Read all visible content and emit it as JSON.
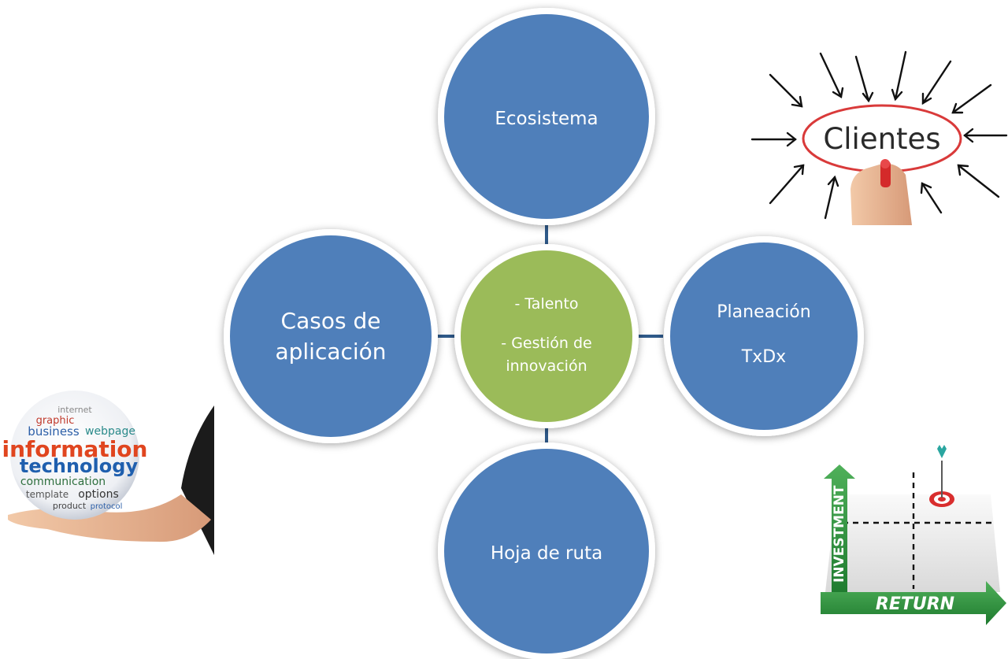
{
  "center": {
    "lines": [
      "- Talento",
      "- Gestión de",
      "innovación"
    ]
  },
  "nodes": {
    "top": {
      "lines": [
        "Ecosistema"
      ]
    },
    "left": {
      "lines": [
        "Casos de",
        "aplicación"
      ]
    },
    "right": {
      "lines": [
        "Planeación",
        "TxDx"
      ]
    },
    "bottom": {
      "lines": [
        "Hoja de ruta"
      ]
    }
  },
  "pictures": {
    "clientes": {
      "word": "Clientes"
    },
    "it_sphere": {
      "words": [
        "information",
        "technology",
        "business",
        "webpage",
        "graphic",
        "communication",
        "template",
        "options",
        "product",
        "protocol",
        "internet"
      ]
    },
    "investment": {
      "y_label": "INVESTMENT",
      "x_label": "RETURN"
    }
  },
  "colors": {
    "node_fill": "#4f7fba",
    "center_fill": "#9bbb59",
    "connector": "#2f5a8a",
    "ring": "#ffffff"
  }
}
